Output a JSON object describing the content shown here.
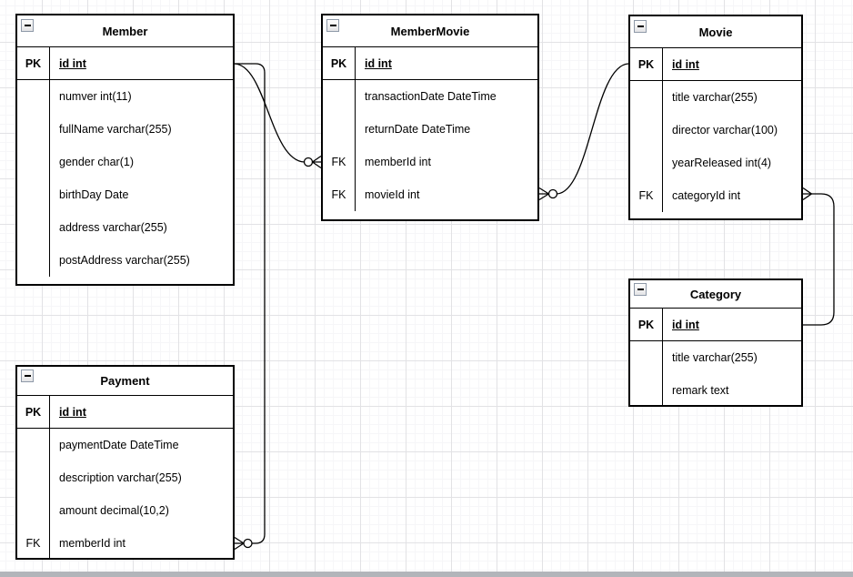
{
  "colors": {
    "line": "#000000",
    "table_border": "#000000",
    "table_background": "#ffffff",
    "grid_major": "#e2e2e5",
    "grid_minor": "#f6f6f8",
    "scrollbar": "#b2b5ba"
  },
  "icons": {
    "collapse": "minus-icon"
  },
  "tables": [
    {
      "title": "Member",
      "pk_key": "PK",
      "pk_field": "id int",
      "rows": [
        {
          "key": "",
          "label": "numver int(11)"
        },
        {
          "key": "",
          "label": "fullName varchar(255)"
        },
        {
          "key": "",
          "label": "gender char(1)"
        },
        {
          "key": "",
          "label": "birthDay Date"
        },
        {
          "key": "",
          "label": "address varchar(255)"
        },
        {
          "key": "",
          "label": "postAddress varchar(255)"
        }
      ]
    },
    {
      "title": "MemberMovie",
      "pk_key": "PK",
      "pk_field": "id int",
      "rows": [
        {
          "key": "",
          "label": "transactionDate DateTime"
        },
        {
          "key": "",
          "label": "returnDate DateTime"
        },
        {
          "key": "FK",
          "label": "memberId int"
        },
        {
          "key": "FK",
          "label": "movieId int"
        }
      ]
    },
    {
      "title": "Movie",
      "pk_key": "PK",
      "pk_field": "id int",
      "rows": [
        {
          "key": "",
          "label": "title varchar(255)"
        },
        {
          "key": "",
          "label": "director varchar(100)"
        },
        {
          "key": "",
          "label": "yearReleased int(4)"
        },
        {
          "key": "FK",
          "label": "categoryId int"
        }
      ]
    },
    {
      "title": "Category",
      "pk_key": "PK",
      "pk_field": "id int",
      "rows": [
        {
          "key": "",
          "label": "title varchar(255)"
        },
        {
          "key": "",
          "label": "remark text"
        }
      ]
    },
    {
      "title": "Payment",
      "pk_key": "PK",
      "pk_field": "id int",
      "rows": [
        {
          "key": "",
          "label": "paymentDate DateTime"
        },
        {
          "key": "",
          "label": "description varchar(255)"
        },
        {
          "key": "",
          "label": "amount decimal(10,2)"
        },
        {
          "key": "FK",
          "label": "memberId int"
        }
      ]
    }
  ],
  "relationships": [
    {
      "from": "MemberMovie.memberId",
      "to": "Member.id",
      "marker_at_from": "zero-or-many"
    },
    {
      "from": "Payment.memberId",
      "to": "Member.id",
      "marker_at_from": "zero-or-many"
    },
    {
      "from": "MemberMovie.movieId",
      "to": "Movie.id",
      "marker_at_from": "zero-or-many"
    },
    {
      "from": "Movie.categoryId",
      "to": "Category.id",
      "marker_at_from": "many"
    }
  ]
}
